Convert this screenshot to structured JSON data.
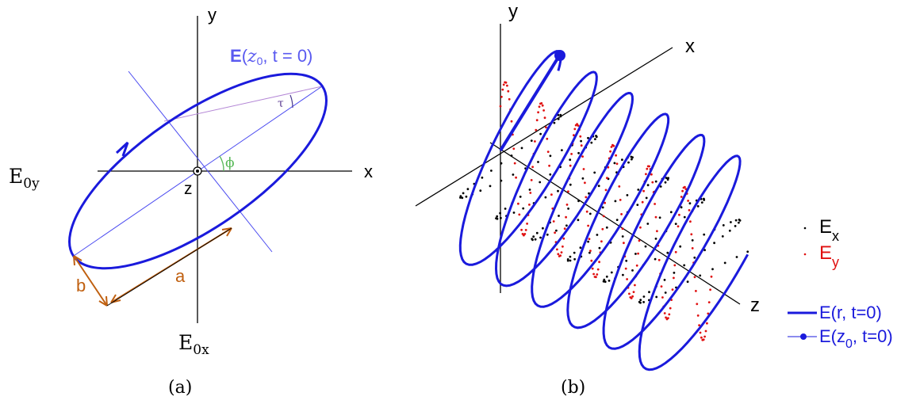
{
  "panel_a": {
    "caption": "(a)",
    "axis_x": "x",
    "axis_y": "y",
    "axis_z": "z",
    "e0y": "E",
    "e0y_sub": "0y",
    "e0x": "E",
    "e0x_sub": "0x",
    "field_bold": "E",
    "field_z": "z",
    "field_z_sub": "0",
    "field_rest": ", t = 0)",
    "field_open": "(",
    "tau": "τ",
    "phi": "ϕ",
    "a": "a",
    "b": "b"
  },
  "panel_b": {
    "caption": "(b)",
    "axis_x": "x",
    "axis_y": "y",
    "axis_z": "z",
    "legend": {
      "ex": "E",
      "ex_sub": "x",
      "ey": "E",
      "ey_sub": "y",
      "er": "E(r, t=0)",
      "ez0_a": "E(z",
      "ez0_sub": "0",
      "ez0_b": ", t=0)"
    }
  },
  "colors": {
    "ellipse": "#1a1adc",
    "field_label": "#5a5af0",
    "guides": "#4a4af0",
    "tau_line": "#b487d6",
    "phi_arc": "#56b856",
    "dimension": "#c06010",
    "ex_dots": "#000000",
    "ey_dots": "#e01010"
  }
}
